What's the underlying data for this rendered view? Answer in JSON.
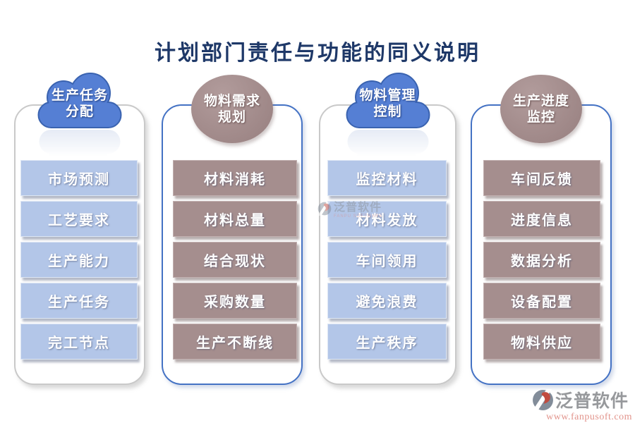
{
  "title": "计划部门责任与功能的同义说明",
  "columns": [
    {
      "name": "生产任务分配",
      "header_shape": "cloud",
      "theme": "blue",
      "header_lines": [
        "生产任务",
        "分配"
      ],
      "items": [
        "市场预测",
        "工艺要求",
        "生产能力",
        "生产任务",
        "完工节点"
      ]
    },
    {
      "name": "物料需求规划",
      "header_shape": "circle",
      "theme": "mauve",
      "header_lines": [
        "物料需求",
        "规划"
      ],
      "items": [
        "材料消耗",
        "材料总量",
        "结合现状",
        "采购数量",
        "生产不断线"
      ]
    },
    {
      "name": "物料管理控制",
      "header_shape": "cloud",
      "theme": "blue",
      "header_lines": [
        "物料管理",
        "控制"
      ],
      "items": [
        "监控材料",
        "材料发放",
        "车间领用",
        "避免浪费",
        "生产秩序"
      ]
    },
    {
      "name": "生产进度监控",
      "header_shape": "circle",
      "theme": "mauve",
      "header_lines": [
        "生产进度",
        "监控"
      ],
      "items": [
        "车间反馈",
        "进度信息",
        "数据分析",
        "设备配置",
        "物料供应"
      ]
    }
  ],
  "watermark_center": {
    "brand": "泛普软件",
    "brand_en": "FANPU SOFTWARE"
  },
  "footer": {
    "brand": "泛普软件",
    "url": "www.fanpusoft.com"
  },
  "icons": {
    "header_shapes": [
      "cloud-icon",
      "circle-icon",
      "cloud-icon",
      "circle-icon"
    ],
    "brand_logo": "fanpu-logo-icon"
  },
  "colors": {
    "title": "#1e3868",
    "cloud_blue_fill": "#557fd4",
    "cloud_blue_stroke": "#3a63b0",
    "bubble_mauve": "#a38c8c",
    "item_blue": "#b3c6e8",
    "item_mauve": "#a58e8e",
    "container_border_gray": "#c9c9c9",
    "container_border_blue": "#4472c4",
    "footer_brand_gray": "#97999c",
    "footer_url_salmon": "#e2948c"
  }
}
